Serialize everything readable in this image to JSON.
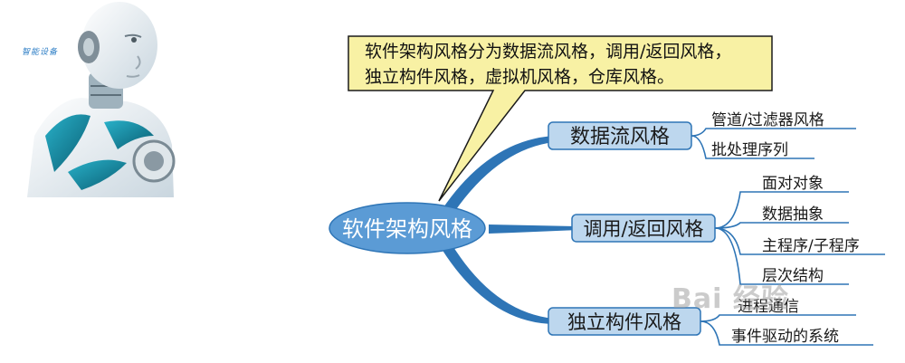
{
  "callout": {
    "line1": "软件架构风格分为数据流风格，调用/返回风格，",
    "line2": "独立构件风格，虚拟机风格，仓库风格。"
  },
  "root": {
    "label": "软件架构风格"
  },
  "branches": [
    {
      "label": "数据流风格",
      "children": [
        "管道/过滤器风格",
        "批处理序列"
      ]
    },
    {
      "label": "调用/返回风格",
      "children": [
        "面对对象",
        "数据抽象",
        "主程序/子程序",
        "层次结构"
      ]
    },
    {
      "label": "独立构件风格",
      "children": [
        "进程通信",
        "事件驱动的系统"
      ]
    }
  ],
  "image_text": "智能设备",
  "watermark": "Bai  经验",
  "colors": {
    "root_fill": "#5b9bd5",
    "branch_fill": "#bdd7ee",
    "connector": "#2e75b6",
    "callout_fill": "#f8f1a4",
    "callout_border": "#1a1a1a"
  }
}
